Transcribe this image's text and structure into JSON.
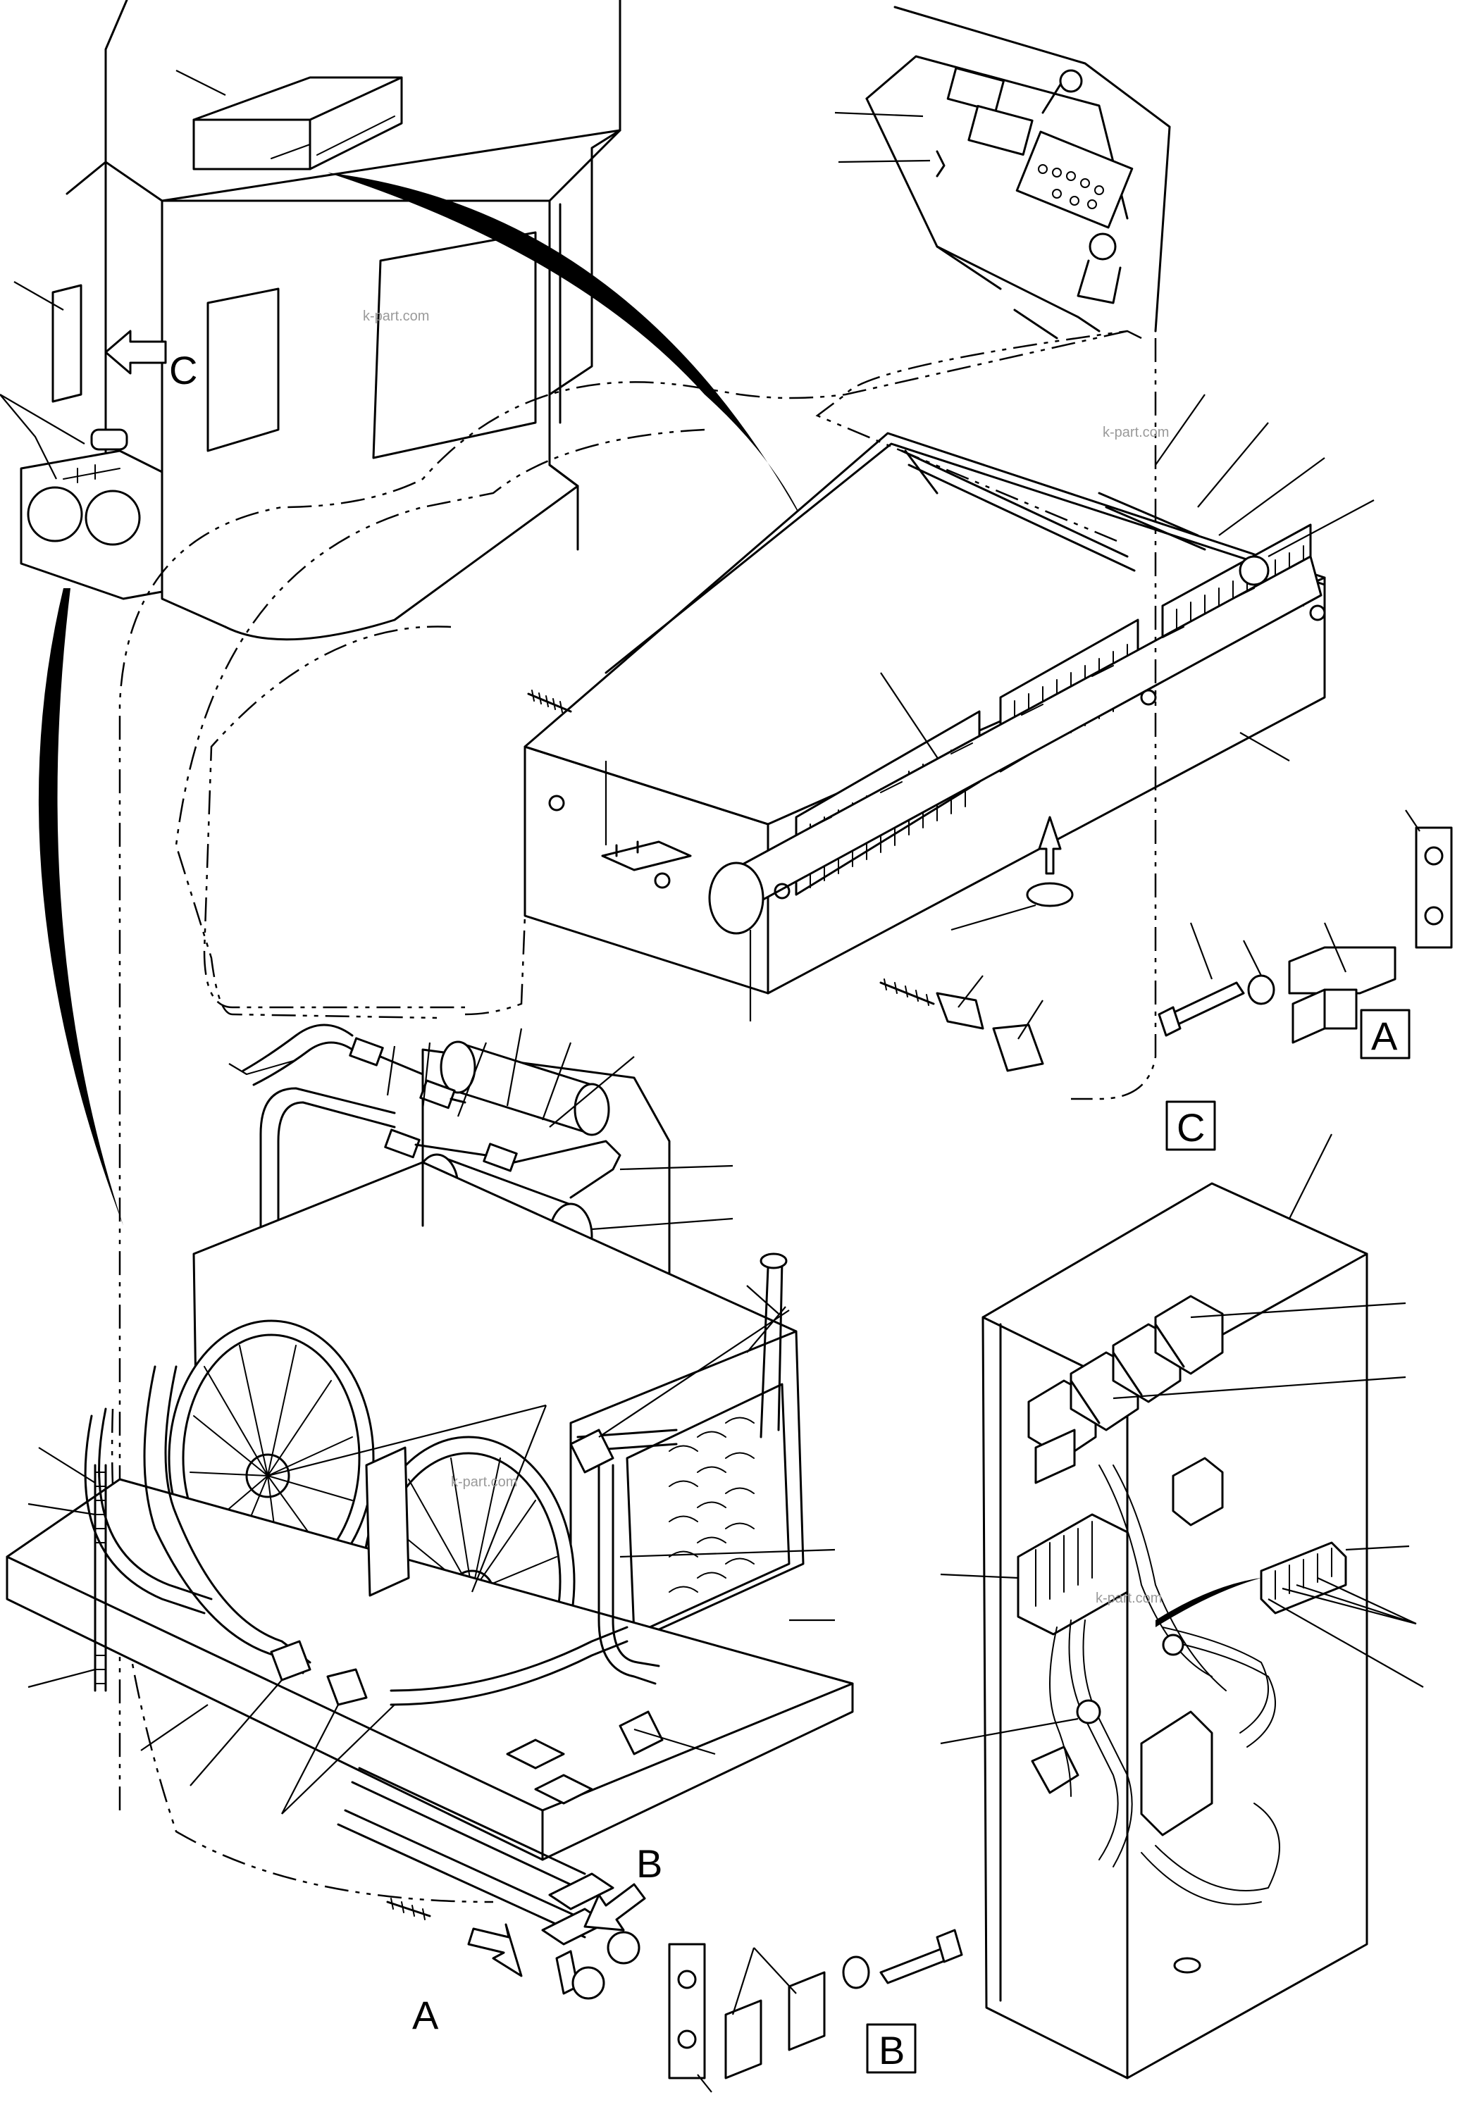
{
  "view_labels": {
    "a": "A",
    "b": "B",
    "c": "C"
  },
  "watermark": "k-part.com"
}
